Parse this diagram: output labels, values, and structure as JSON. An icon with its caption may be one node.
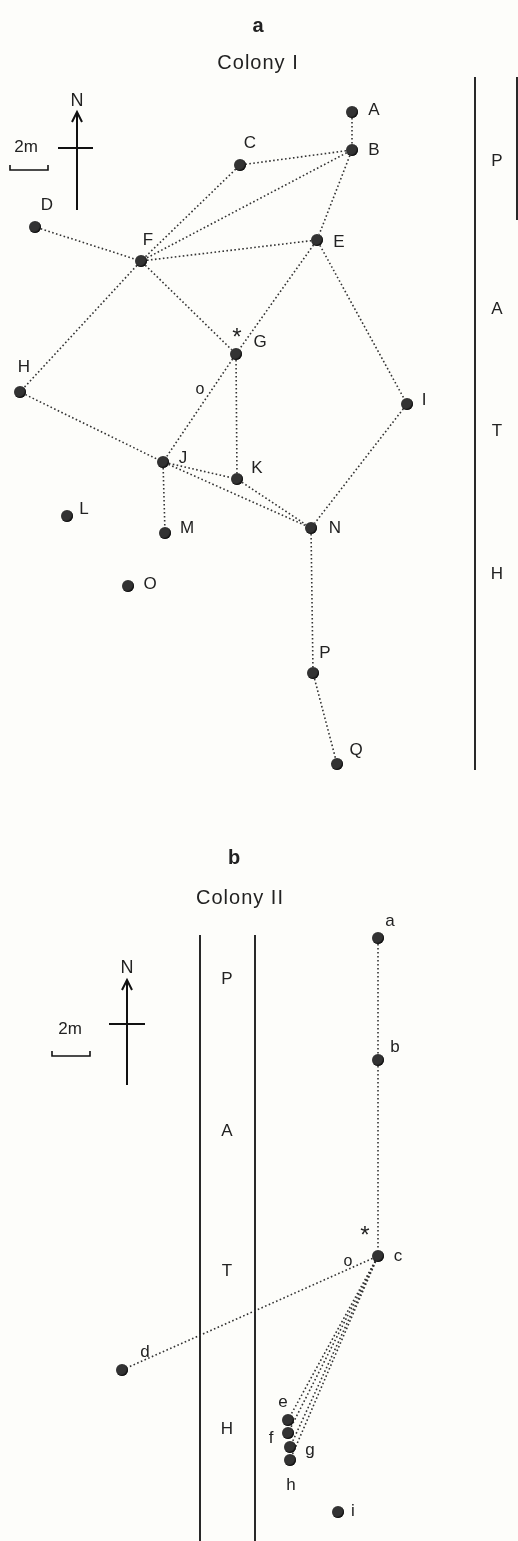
{
  "diagram": {
    "nodes": [
      {
        "text": [
          "A"
        ]
      },
      {
        "text": [
          "B"
        ]
      },
      {
        "text": [
          "C"
        ]
      },
      {
        "text": [
          "D"
        ]
      },
      {
        "text": [
          "E"
        ]
      },
      {
        "text": [
          "F"
        ]
      },
      {
        "text": [
          "G"
        ]
      },
      {
        "text": [
          "H"
        ]
      },
      {
        "text": [
          "I"
        ]
      },
      {
        "text": [
          "J"
        ]
      },
      {
        "text": [
          "K"
        ]
      },
      {
        "text": [
          "L"
        ]
      },
      {
        "text": [
          "M"
        ]
      },
      {
        "text": [
          "N"
        ]
      },
      {
        "text": [
          "O"
        ]
      },
      {
        "text": [
          "P"
        ]
      },
      {
        "text": [
          "Q"
        ]
      },
      {
        "text": [
          "a"
        ]
      },
      {
        "text": [
          "b"
        ]
      },
      {
        "text": [
          "c"
        ]
      },
      {
        "text": [
          "d"
        ]
      },
      {
        "text": [
          "e"
        ]
      },
      {
        "text": [
          "f"
        ]
      },
      {
        "text": [
          "g"
        ]
      },
      {
        "text": [
          "h"
        ]
      },
      {
        "text": [
          "i"
        ]
      }
    ],
    "edges": [
      {
        "from": 0,
        "to": 1,
        "arrow": "none"
      },
      {
        "from": 1,
        "to": 2,
        "arrow": "none"
      },
      {
        "from": 1,
        "to": 5,
        "arrow": "none"
      },
      {
        "from": 1,
        "to": 4,
        "arrow": "none"
      },
      {
        "from": 2,
        "to": 5,
        "arrow": "none"
      },
      {
        "from": 3,
        "to": 5,
        "arrow": "none"
      },
      {
        "from": 5,
        "to": 4,
        "arrow": "none"
      },
      {
        "from": 5,
        "to": 6,
        "arrow": "none"
      },
      {
        "from": 5,
        "to": 7,
        "arrow": "none"
      },
      {
        "from": 4,
        "to": 6,
        "arrow": "none"
      },
      {
        "from": 4,
        "to": 8,
        "arrow": "none"
      },
      {
        "from": 6,
        "to": 9,
        "arrow": "none"
      },
      {
        "from": 6,
        "to": 10,
        "arrow": "none"
      },
      {
        "from": 7,
        "to": 9,
        "arrow": "none"
      },
      {
        "from": 9,
        "to": 10,
        "arrow": "none"
      },
      {
        "from": 9,
        "to": 13,
        "arrow": "none"
      },
      {
        "from": 9,
        "to": 12,
        "arrow": "none"
      },
      {
        "from": 10,
        "to": 13,
        "arrow": "none"
      },
      {
        "from": 8,
        "to": 13,
        "arrow": "none"
      },
      {
        "from": 13,
        "to": 15,
        "arrow": "none"
      },
      {
        "from": 15,
        "to": 16,
        "arrow": "none"
      },
      {
        "from": 17,
        "to": 18,
        "arrow": "none"
      },
      {
        "from": 18,
        "to": 19,
        "arrow": "none"
      },
      {
        "from": 19,
        "to": 20,
        "arrow": "none"
      },
      {
        "from": 19,
        "to": 21,
        "arrow": "none"
      },
      {
        "from": 19,
        "to": 22,
        "arrow": "none"
      },
      {
        "from": 19,
        "to": 23,
        "arrow": "none"
      },
      {
        "from": 19,
        "to": 24,
        "arrow": "none"
      }
    ],
    "labels": [
      "a",
      "Colony I",
      "N",
      "2m",
      "P",
      "A",
      "T",
      "H",
      "*",
      "o",
      "b",
      "Colony II",
      "N",
      "2m",
      "P",
      "A",
      "T",
      "H",
      "*",
      "o"
    ]
  }
}
